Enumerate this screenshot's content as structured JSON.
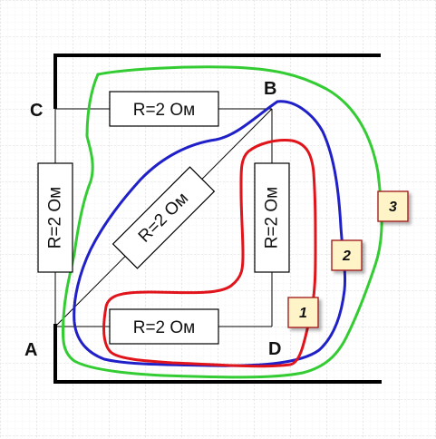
{
  "nodes": {
    "a": "A",
    "b": "B",
    "c": "C",
    "d": "D"
  },
  "resistors": {
    "top": "R=2 Ом",
    "left": "R=2 Ом",
    "diagonal": "R=2 Ом",
    "right": "R=2 Ом",
    "bottom": "R=2 Ом"
  },
  "loops": [
    {
      "label": "1",
      "color": "#e0141a"
    },
    {
      "label": "2",
      "color": "#2020c8"
    },
    {
      "label": "3",
      "color": "#33cc33"
    }
  ],
  "colors": {
    "grid": "#d4d4d4",
    "wire": "#000000",
    "badge_fill": "#fff4c8",
    "badge_stroke": "#a42020"
  }
}
